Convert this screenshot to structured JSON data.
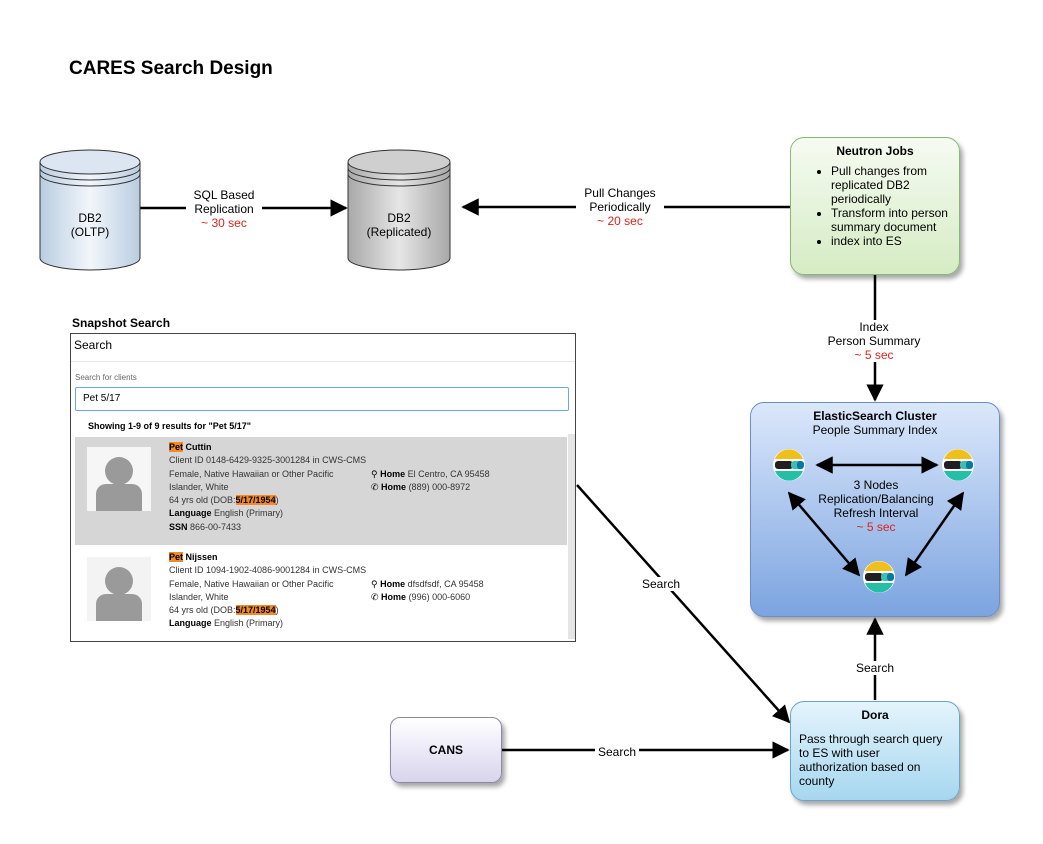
{
  "title": "CARES Search Design",
  "db2_oltp": {
    "line1": "DB2",
    "line2": "(OLTP)"
  },
  "db2_replicated": {
    "line1": "DB2",
    "line2": "(Replicated)"
  },
  "edges": {
    "sql_replication": {
      "line1": "SQL Based",
      "line2": "Replication",
      "timing": "~ 30 sec"
    },
    "pull_changes": {
      "line1": "Pull Changes",
      "line2": "Periodically",
      "timing": "~ 20 sec"
    },
    "index": {
      "line1": "Index",
      "line2": "Person Summary",
      "timing": "~ 5 sec"
    },
    "search_snapshot": "Search",
    "search_dora_es": "Search",
    "search_cans": "Search"
  },
  "neutron": {
    "title": "Neutron Jobs",
    "items": [
      "Pull changes from replicated DB2 periodically",
      "Transform into person summary document",
      "index into ES"
    ]
  },
  "es": {
    "title": "ElasticSearch Cluster",
    "subtitle": "People Summary Index",
    "center_line1": "3 Nodes",
    "center_line2": "Replication/Balancing",
    "center_line3": "Refresh Interval",
    "center_timing": "~ 5 sec"
  },
  "dora": {
    "title": "Dora",
    "body": "Pass through search query to ES with user authorization based on county"
  },
  "cans": {
    "label": "CANS"
  },
  "snapshot": {
    "caption": "Snapshot Search",
    "header": "Search",
    "sublabel": "Search for clients",
    "query": "Pet 5/17",
    "count_text": "Showing 1-9 of 9 results for \"Pet 5/17\"",
    "results": [
      {
        "first": "Pet",
        "last": " Cuttin",
        "client_id": "Client ID 0148-6429-9325-3001284 in CWS-CMS",
        "demo1": "Female, Native Hawaiian or Other Pacific",
        "demo2": "Islander, White",
        "age_prefix": "64 yrs old (DOB:",
        "dob": "5/17/1954",
        "age_suffix": ")",
        "language_label": "Language",
        "language": " English (Primary)",
        "ssn_label": "SSN",
        "ssn": " 866-00-7433",
        "home_label": "Home",
        "home_addr": " El Centro, CA 95458",
        "phone_label": "Home",
        "phone": " (889) 000-8972"
      },
      {
        "first": "Pet",
        "last": " Nijssen",
        "client_id": "Client ID 1094-1902-4086-9001284 in CWS-CMS",
        "demo1": "Female, Native Hawaiian or Other Pacific",
        "demo2": "Islander, White",
        "age_prefix": "64 yrs old (DOB:",
        "dob": "5/17/1954",
        "age_suffix": ")",
        "language_label": "Language",
        "language": " English (Primary)",
        "home_label": "Home",
        "home_addr": " dfsdfsdf, CA 95458",
        "phone_label": "Home",
        "phone": " (996) 000-6060"
      }
    ]
  },
  "icons": {
    "location": "map-marker-icon",
    "phone": "phone-icon",
    "es_node": "elasticsearch-logo-icon",
    "avatar": "person-placeholder-icon"
  }
}
